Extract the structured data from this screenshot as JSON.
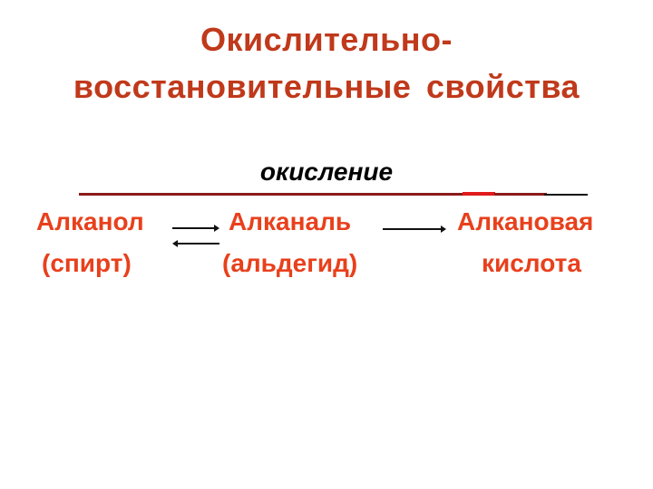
{
  "slide": {
    "title_line1": "Окислительно-",
    "title_line2": "восстановительные  свойства",
    "reaction_label": "окисление",
    "compounds": [
      {
        "name": "Алканол",
        "subtitle": "(спирт)"
      },
      {
        "name": "Алканаль",
        "subtitle": "(альдегид)"
      },
      {
        "name": "Алкановая",
        "subtitle": "кислота"
      }
    ],
    "colors": {
      "title": "#C0391B",
      "body_text": "#E8401C",
      "oxidation_line": "#8B1A1A",
      "label": "#000000"
    }
  }
}
